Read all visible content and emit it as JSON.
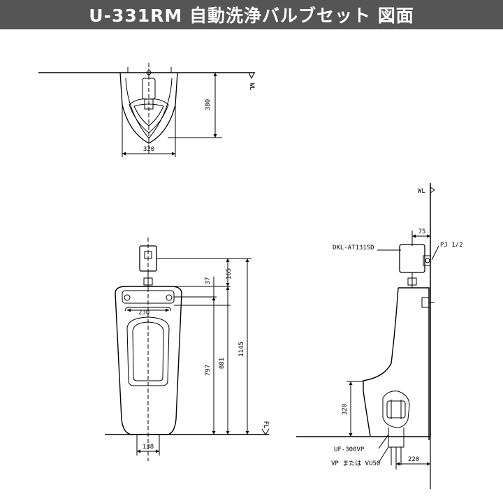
{
  "title": "U-331RM 自動洗浄バルブセット 図面",
  "top_view": {
    "depth_dim": "380",
    "width_dim": "320",
    "wall_mark": "WL"
  },
  "front_view": {
    "dims": {
      "valve_top": "165",
      "inner_top": "37",
      "inner_width": "230",
      "spud_height": "797",
      "rim_height": "881",
      "total_height": "1145",
      "bottom_width": "138"
    },
    "floor_mark": "FL"
  },
  "side_view": {
    "wall_mark": "WL",
    "valve_part": "DKL-AT131SD",
    "valve_offset": "75",
    "supply_pipe": "PJ 1/2",
    "trap_height": "320",
    "trap_part": "UF-300VP",
    "drain_pipe": "VP または VU50",
    "drain_offset": "220"
  }
}
